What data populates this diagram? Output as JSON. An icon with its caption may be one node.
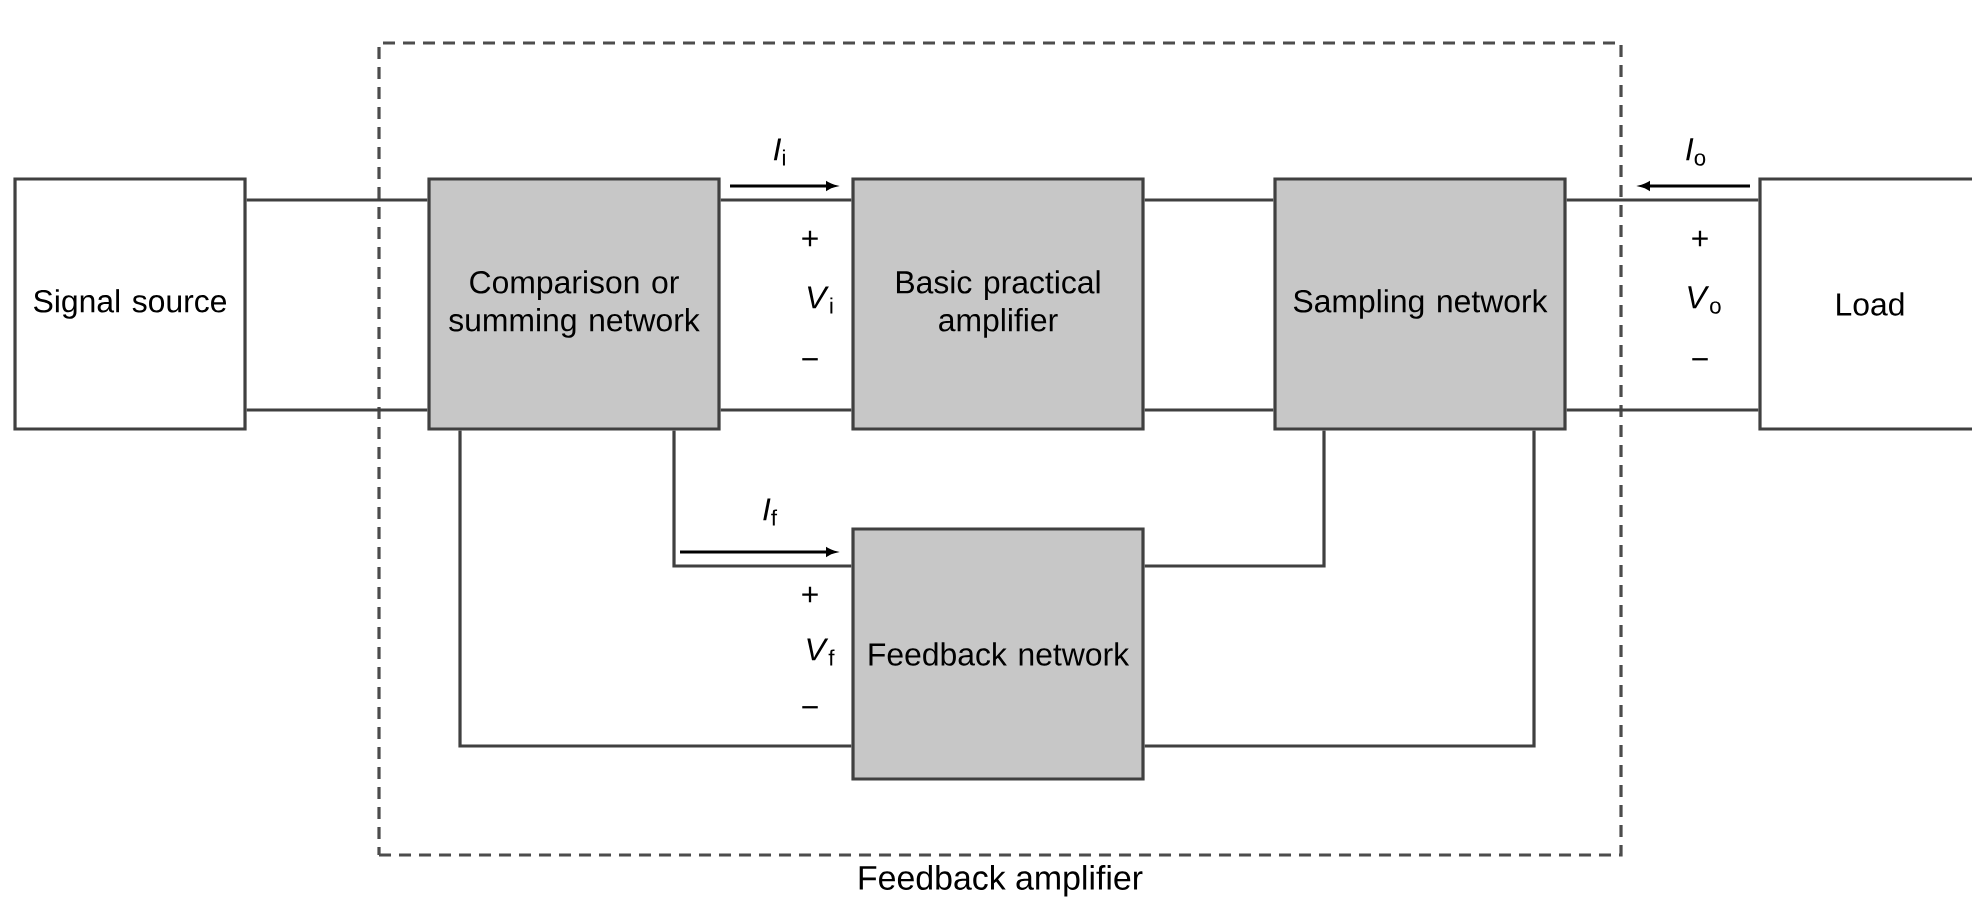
{
  "diagram": {
    "nodes": [
      {
        "text": [
          "Feedback amplifier"
        ]
      },
      {
        "text": [
          "Signal source"
        ]
      },
      {
        "text": [
          "Comparison or summing network"
        ],
        "in": 0
      },
      {
        "text": [
          "Basic practical amplifier"
        ],
        "in": 0
      },
      {
        "text": [
          "Sampling network"
        ],
        "in": 0
      },
      {
        "text": [
          "Load"
        ]
      },
      {
        "text": [
          "Feedback network"
        ],
        "in": 0
      }
    ],
    "edges": [
      {
        "from": 1,
        "to": 2,
        "arrow": "none"
      },
      {
        "from": 2,
        "to": 3,
        "arrow": "none"
      },
      {
        "from": 3,
        "to": 4,
        "arrow": "none"
      },
      {
        "from": 4,
        "to": 5,
        "arrow": "none"
      },
      {
        "from": 4,
        "to": 6,
        "arrow": "none"
      },
      {
        "from": 4,
        "to": 6,
        "arrow": "none"
      },
      {
        "from": 6,
        "to": 2,
        "arrow": "none"
      },
      {
        "from": 6,
        "to": 2,
        "arrow": "none"
      }
    ],
    "labels": [
      "*I*$_{i}$",
      "+",
      "*V*$_{i}$",
      "−",
      "*I*$_{f}$",
      "+",
      "*V*$_{f}$",
      "−",
      "*I*$_{o}$",
      "+",
      "*V*$_{o}$",
      "−"
    ]
  }
}
